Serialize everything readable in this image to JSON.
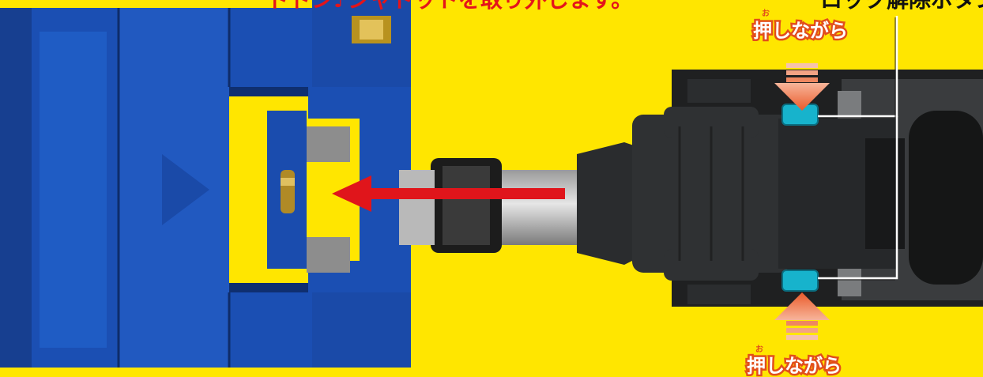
{
  "caption": {
    "instruction_partial": "ドドン♪シャドットを取り外します。",
    "button_label_partial": "ロック解除ボタン"
  },
  "labels": {
    "press_top": "押しながら",
    "press_top_ruby": "お",
    "press_bottom": "押しながら",
    "press_bottom_ruby": "お"
  },
  "colors": {
    "background": "#ffe600",
    "blue_part": "#1b4fb3",
    "dark_part": "#2b2d2f",
    "release_button": "#17b3cc",
    "arrow_red": "#e0151b",
    "press_arrow": "#ef6a3a"
  },
  "icons": {
    "pull_direction": "left-arrow-icon",
    "press_down": "down-arrow-icon",
    "press_up": "up-arrow-icon"
  }
}
